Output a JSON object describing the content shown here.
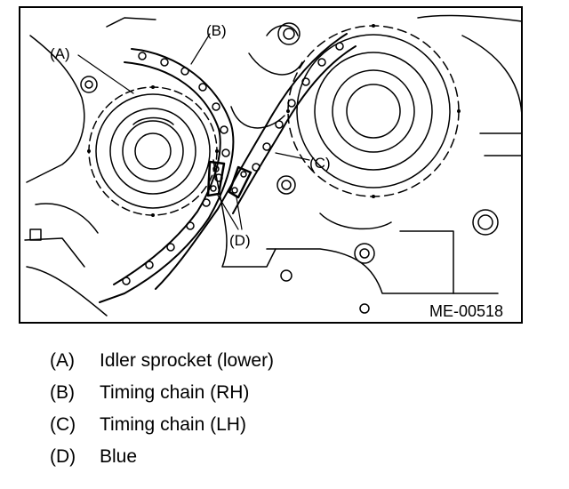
{
  "figure": {
    "code": "ME-00518",
    "callouts": {
      "a": "(A)",
      "b": "(B)",
      "c": "(C)",
      "d": "(D)"
    }
  },
  "legend": [
    {
      "key": "(A)",
      "text": "Idler sprocket (lower)"
    },
    {
      "key": "(B)",
      "text": "Timing chain (RH)"
    },
    {
      "key": "(C)",
      "text": "Timing chain (LH)"
    },
    {
      "key": "(D)",
      "text": "Blue"
    }
  ]
}
